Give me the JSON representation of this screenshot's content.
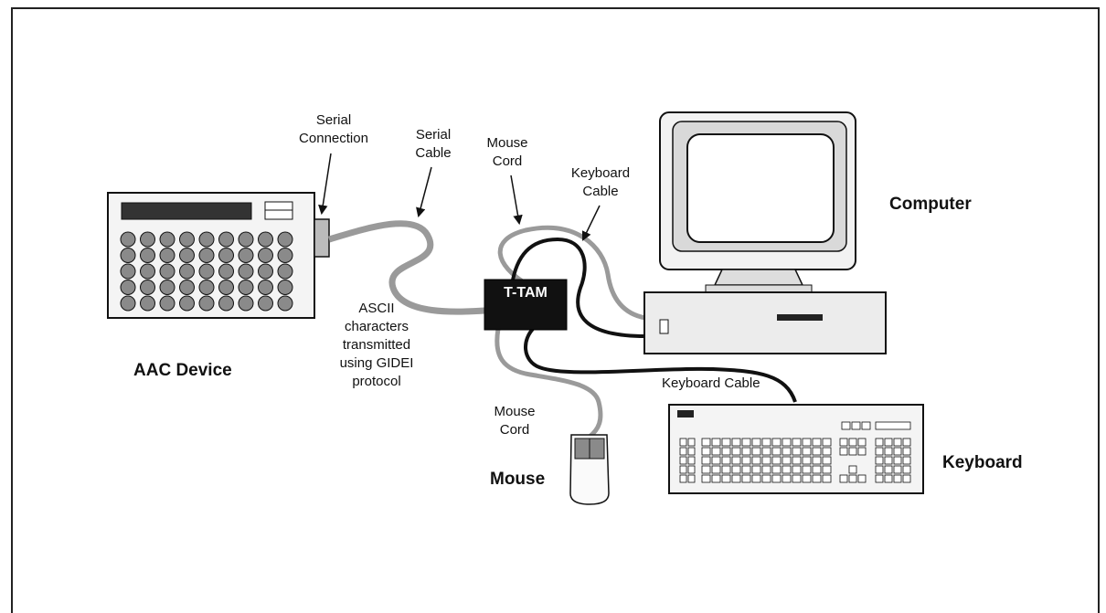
{
  "labels": {
    "serial_connection": [
      "Serial",
      "Connection"
    ],
    "serial_cable": [
      "Serial",
      "Cable"
    ],
    "mouse_cord_top": [
      "Mouse",
      "Cord"
    ],
    "keyboard_cable_top": [
      "Keyboard",
      "Cable"
    ],
    "computer": "Computer",
    "aac_device": "AAC Device",
    "ascii_note": [
      "ASCII",
      "characters",
      "transmitted",
      "using GIDEI",
      "protocol"
    ],
    "ttam": "T-TAM",
    "keyboard_cable_bottom": "Keyboard Cable",
    "mouse_cord_bottom": [
      "Mouse",
      "Cord"
    ],
    "mouse": "Mouse",
    "keyboard": "Keyboard"
  },
  "colors": {
    "frame": "#222222",
    "ttam_box": "#111111",
    "black_cable": "#111111",
    "gray_cable": "#9a9a9a",
    "device_fill": "#f4f4f4",
    "key_fill": "#8a8a8a"
  }
}
